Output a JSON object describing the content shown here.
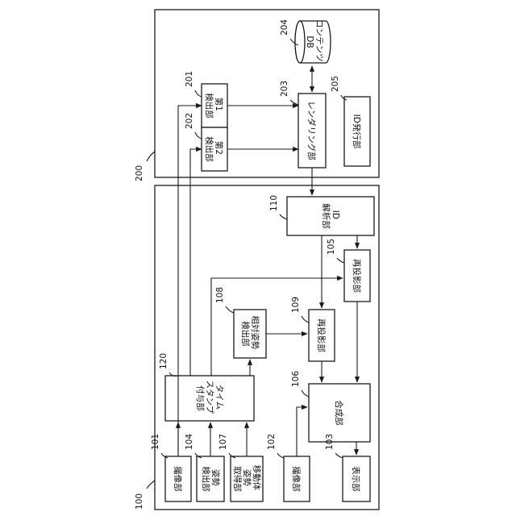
{
  "system_200": {
    "ref": "200"
  },
  "system_100": {
    "ref": "100"
  },
  "blocks": {
    "b201": {
      "ref": "201",
      "lines": [
        "第1",
        "検出部"
      ]
    },
    "b202": {
      "ref": "202",
      "lines": [
        "第2",
        "検出部"
      ]
    },
    "b203": {
      "ref": "203",
      "lines": [
        "レンダリング部"
      ]
    },
    "b204": {
      "ref": "204",
      "lines": [
        "コンテンツ",
        "DB"
      ]
    },
    "b205": {
      "ref": "205",
      "lines": [
        "ID発行部"
      ]
    },
    "b110": {
      "ref": "110",
      "lines": [
        "ID",
        "解析部"
      ]
    },
    "b105": {
      "ref": "105",
      "lines": [
        "再投影部"
      ]
    },
    "b108": {
      "ref": "108",
      "lines": [
        "相対姿勢",
        "検出部"
      ]
    },
    "b109": {
      "ref": "109",
      "lines": [
        "再投影部"
      ]
    },
    "b120": {
      "ref": "120",
      "lines": [
        "タイム",
        "スタンプ",
        "付与部"
      ]
    },
    "b106": {
      "ref": "106",
      "lines": [
        "合成部"
      ]
    },
    "b101": {
      "ref": "101",
      "lines": [
        "撮像部"
      ]
    },
    "b104": {
      "ref": "104",
      "lines": [
        "姿勢",
        "検出部"
      ]
    },
    "b107": {
      "ref": "107",
      "lines": [
        "移動体",
        "姿勢",
        "取得部"
      ]
    },
    "b102": {
      "ref": "102",
      "lines": [
        "撮像部"
      ]
    },
    "b103": {
      "ref": "103",
      "lines": [
        "表示部"
      ]
    }
  }
}
